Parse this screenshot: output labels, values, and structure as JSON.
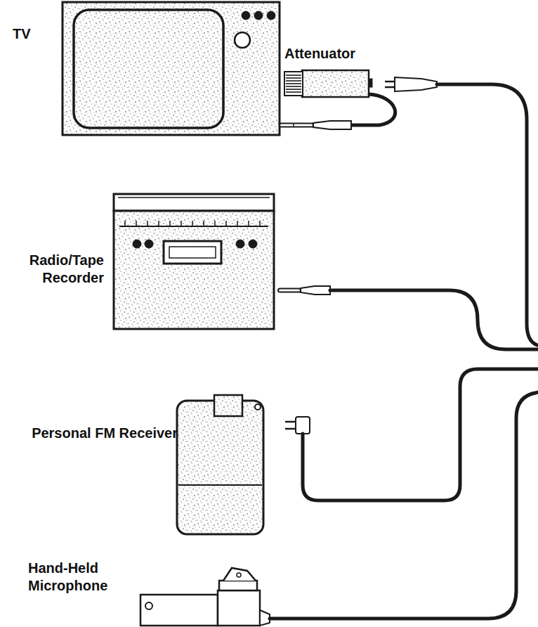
{
  "diagram": {
    "labels": [
      "TV",
      "Attenuator",
      "Radio/Tape Recorder",
      "Personal FM Receiver",
      "Hand-Held Microphone"
    ]
  }
}
